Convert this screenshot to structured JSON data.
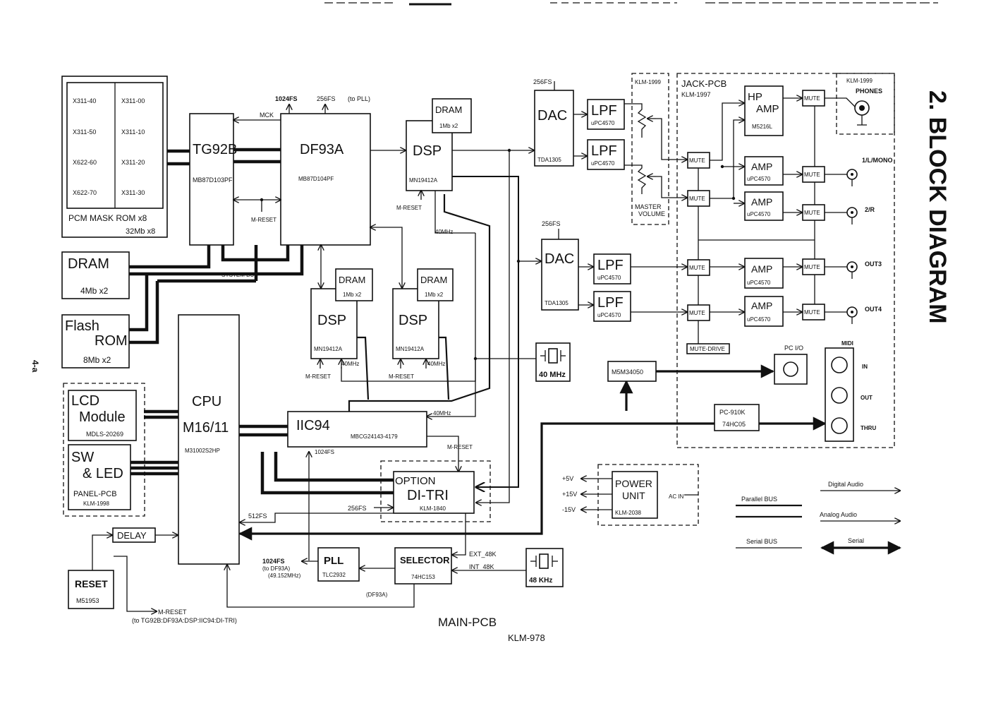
{
  "page": {
    "title": "2. BLOCK DIAGRAM",
    "page_number": "4-a",
    "board": "MAIN-PCB",
    "board_code": "KLM-978"
  },
  "rom": {
    "chips": [
      "X311-40",
      "X311-00",
      "X311-50",
      "X311-10",
      "X622-60",
      "X311-20",
      "X622-70",
      "X311-30"
    ],
    "label": "PCM MASK ROM x8",
    "size": "32Mb x8"
  },
  "tg92b": {
    "name": "TG92B",
    "part": "MB87D103PF"
  },
  "df93a": {
    "name": "DF93A",
    "part": "MB87D104PF"
  },
  "dram_main": {
    "name": "DRAM",
    "size": "4Mb x2"
  },
  "flash": {
    "name1": "Flash",
    "name2": "ROM",
    "size": "8Mb x2"
  },
  "lcd": {
    "name1": "LCD",
    "name2": "Module",
    "part": "MDLS-20269"
  },
  "sw_led": {
    "name1": "SW",
    "name2": "& LED",
    "panel": "PANEL-PCB",
    "code": "KLM-1998"
  },
  "cpu": {
    "name1": "CPU",
    "name2": "M16/11",
    "part": "M31002S2HP"
  },
  "delay": {
    "name": "DELAY"
  },
  "reset": {
    "name": "RESET",
    "part": "M51953"
  },
  "dsp1": {
    "name": "DSP",
    "part": "MN19412A",
    "dram": "DRAM",
    "dram_size": "1Mb x2"
  },
  "dsp2": {
    "name": "DSP",
    "part": "MN19412A",
    "dram": "DRAM",
    "dram_size": "1Mb x2"
  },
  "dsp3": {
    "name": "DSP",
    "part": "MN19412A",
    "dram": "DRAM",
    "dram_size": "1Mb x2"
  },
  "iic94": {
    "name": "IIC94",
    "part": "MBCG24143-4179"
  },
  "option": {
    "name1": "OPTION",
    "name2": "DI-TRI",
    "code": "KLM-1840"
  },
  "pll": {
    "name": "PLL",
    "part": "TLC2932"
  },
  "selector": {
    "name": "SELECTOR",
    "part": "74HC153"
  },
  "xtal40": {
    "label": "40 MHz"
  },
  "xtal48": {
    "label": "48 KHz"
  },
  "dac1": {
    "name": "DAC",
    "part": "TDA1305"
  },
  "dac2": {
    "name": "DAC",
    "part": "TDA1305"
  },
  "lpf": {
    "name": "LPF",
    "part": "uPC4570"
  },
  "volume": {
    "code": "KLM-1999",
    "label1": "MASTER",
    "label2": "VOLUME"
  },
  "jack": {
    "name": "JACK-PCB",
    "code": "KLM-1997"
  },
  "phones": {
    "code": "KLM-1999",
    "label": "PHONES"
  },
  "hp_amp": {
    "name1": "HP",
    "name2": "AMP",
    "part": "M5216L"
  },
  "amp": {
    "name": "AMP",
    "part": "uPC4570"
  },
  "mute": {
    "name": "MUTE",
    "drive": "MUTE-DRIVE"
  },
  "outputs": [
    "1/L/MONO",
    "2/R",
    "OUT3",
    "OUT4"
  ],
  "m5m": {
    "name": "M5M34050"
  },
  "pc_io": {
    "label": "PC I/O"
  },
  "midi": {
    "label": "MIDI",
    "ports": [
      "IN",
      "OUT",
      "THRU"
    ]
  },
  "pc910k": {
    "name": "PC-910K",
    "part": "74HC05"
  },
  "power": {
    "name1": "POWER",
    "name2": "UNIT",
    "code": "KLM-2038",
    "ac": "AC IN",
    "rails": [
      "+5V",
      "+15V",
      "-15V"
    ]
  },
  "legend": {
    "parallel": "Parallel BUS",
    "serial_bus": "Serial BUS",
    "digital": "Digital Audio",
    "analog": "Analog Audio",
    "serial": "Serial"
  },
  "signals": {
    "fs1024": "1024FS",
    "fs256_pll": "256FS",
    "to_pll": "(to PLL)",
    "mck": "MCK",
    "fs256": "256FS",
    "m_reset": "M-RESET",
    "system_bus": "SYSTEM BUS",
    "mhz40": "40MHz",
    "fs512": "512FS",
    "fs1024_b": "1024FS",
    "to_df93a": "(to DF93A)",
    "freq": "(49.152MHz)",
    "df93a_paren": "(DF93A)",
    "ext48": "EXT_48K",
    "int48": "INT_48K",
    "m_reset_to": "(to TG92B:DF93A:DSP:IIC94:DI-TRI)"
  }
}
